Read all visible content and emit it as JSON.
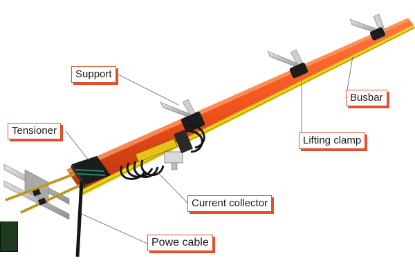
{
  "labels": {
    "support": "Support",
    "tensioner": "Tensioner",
    "busbar": "Busbar",
    "lifting_clamp": "Lifting clamp",
    "current_collector": "Current collector",
    "power_cable": "Powe cable"
  },
  "colors": {
    "busbar": "#f0501c",
    "busbar_highlight": "#ff7a3c",
    "busbar_shadow": "#b8340c",
    "conductor_strip": "#e6d21e",
    "callout_border": "#e2502f",
    "leader_line": "#6e6e6e",
    "metal": "#b9b9b9",
    "clamp": "#1c1c1c",
    "collector_body": "#e8c21b"
  },
  "icons": {
    "badge": "corner-thumbnail-icon"
  }
}
